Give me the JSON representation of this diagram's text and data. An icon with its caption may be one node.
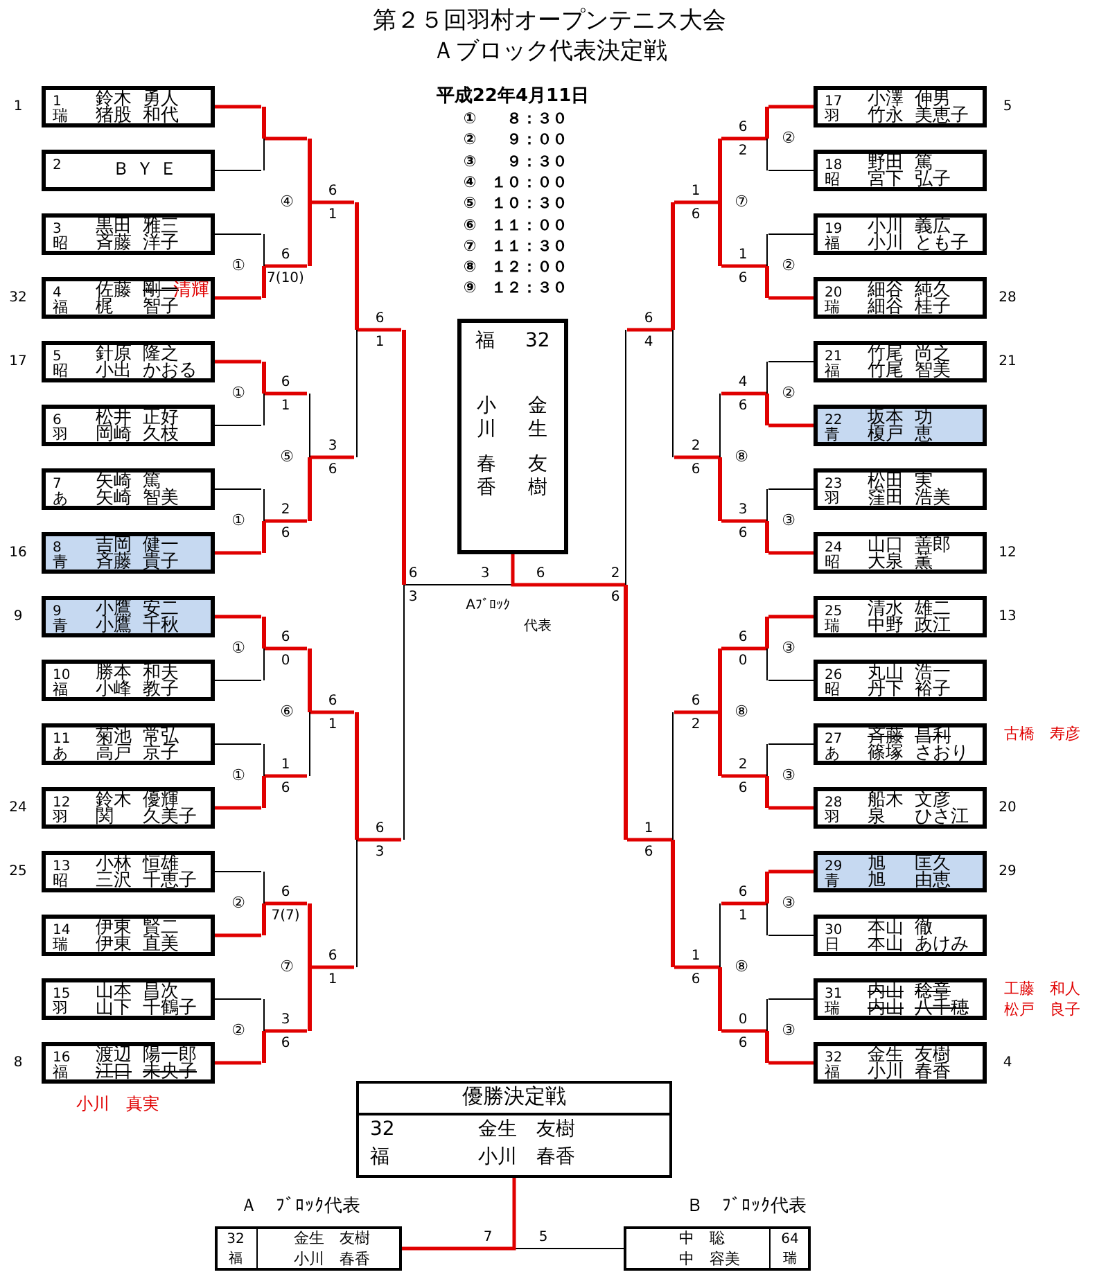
{
  "diagram": {
    "title": "第２５回羽村オープンテニス大会Ａブロック代表決定戦",
    "nodes": [
      {
        "text": [
          "1",
          "鈴木",
          "勇人",
          "瑞",
          "猪股",
          "和代"
        ],
        "beside": [
          "1"
        ]
      },
      {
        "text": [
          "2",
          "ＢＹＥ"
        ]
      },
      {
        "text": [
          "3",
          "黒田",
          "雅三",
          "昭",
          "斉藤",
          "洋子"
        ]
      },
      {
        "text": [
          "4",
          "佐藤",
          "剛一",
          "福",
          "梶",
          "智子",
          "清輝"
        ],
        "beside": [
          "32"
        ]
      },
      {
        "text": [
          "5",
          "針原",
          "隆之",
          "昭",
          "小出",
          "かおる"
        ],
        "beside": [
          "17"
        ]
      },
      {
        "text": [
          "6",
          "松井",
          "正好",
          "羽",
          "岡崎",
          "久枝"
        ]
      },
      {
        "text": [
          "7",
          "矢崎",
          "篤",
          "あ",
          "矢崎",
          "智美"
        ]
      },
      {
        "text": [
          "8",
          "吉岡",
          "健一",
          "青",
          "斉藤",
          "貴子"
        ],
        "beside": [
          "16"
        ]
      },
      {
        "text": [
          "9",
          "小鷹",
          "安二",
          "青",
          "小鷹",
          "千秋"
        ],
        "beside": [
          "9"
        ]
      },
      {
        "text": [
          "10",
          "勝本",
          "和夫",
          "福",
          "小峰",
          "教子"
        ]
      },
      {
        "text": [
          "11",
          "菊池",
          "常弘",
          "あ",
          "高戸",
          "京子"
        ]
      },
      {
        "text": [
          "12",
          "鈴木",
          "優輝",
          "羽",
          "関",
          "久美子"
        ],
        "beside": [
          "24"
        ]
      },
      {
        "text": [
          "13",
          "小林",
          "恒雄",
          "昭",
          "三沢",
          "千恵子"
        ],
        "beside": [
          "25"
        ]
      },
      {
        "text": [
          "14",
          "伊東",
          "賢二",
          "瑞",
          "伊東",
          "直美"
        ]
      },
      {
        "text": [
          "15",
          "山本",
          "昌次",
          "羽",
          "山下",
          "千鶴子"
        ]
      },
      {
        "text": [
          "16",
          "渡辺",
          "陽一郎",
          "福",
          "江口",
          "未央子"
        ],
        "beside": [
          "8",
          "小川　真実"
        ]
      },
      {
        "text": [
          "17",
          "小澤",
          "伸男",
          "羽",
          "竹永",
          "美恵子"
        ],
        "beside": [
          "5"
        ]
      },
      {
        "text": [
          "18",
          "野田",
          "篤",
          "昭",
          "宮下",
          "弘子"
        ]
      },
      {
        "text": [
          "19",
          "小川",
          "義広",
          "福",
          "小川",
          "とも子"
        ]
      },
      {
        "text": [
          "20",
          "細谷",
          "純久",
          "瑞",
          "細谷",
          "桂子"
        ],
        "beside": [
          "28"
        ]
      },
      {
        "text": [
          "21",
          "竹尾",
          "尚之",
          "福",
          "竹尾",
          "智美"
        ],
        "beside": [
          "21"
        ]
      },
      {
        "text": [
          "22",
          "坂本",
          "功",
          "青",
          "榎戸",
          "恵"
        ]
      },
      {
        "text": [
          "23",
          "松田",
          "実",
          "羽",
          "窪田",
          "浩美"
        ]
      },
      {
        "text": [
          "24",
          "山口",
          "善郎",
          "昭",
          "大泉",
          "薫"
        ],
        "beside": [
          "12"
        ]
      },
      {
        "text": [
          "25",
          "清水",
          "雄二",
          "瑞",
          "中野",
          "政江"
        ],
        "beside": [
          "13"
        ]
      },
      {
        "text": [
          "26",
          "丸山",
          "浩一",
          "昭",
          "丹下",
          "裕子"
        ]
      },
      {
        "text": [
          "27",
          "斉藤",
          "昌利",
          "あ",
          "篠塚",
          "さおり"
        ],
        "beside": [
          "古橋　寿彦"
        ]
      },
      {
        "text": [
          "28",
          "船木",
          "文彦",
          "羽",
          "泉",
          "ひさ江"
        ],
        "beside": [
          "20"
        ]
      },
      {
        "text": [
          "29",
          "旭",
          "匡久",
          "青",
          "旭",
          "由恵"
        ],
        "beside": [
          "29"
        ]
      },
      {
        "text": [
          "30",
          "本山",
          "徹",
          "日",
          "本山",
          "あけみ"
        ]
      },
      {
        "text": [
          "31",
          "内山",
          "稔章",
          "瑞",
          "内山",
          "八千穂"
        ],
        "beside": [
          "工藤　和人",
          "松戸　良子"
        ]
      },
      {
        "text": [
          "32",
          "金生",
          "友樹",
          "福",
          "小川",
          "春香"
        ],
        "beside": [
          "4"
        ]
      },
      {
        "text": [
          "福",
          "32",
          "小川",
          "春香",
          "金生",
          "友樹"
        ]
      },
      {
        "text": [
          "優勝決定戦",
          "32",
          "金生　友樹",
          "福",
          "小川　春香"
        ]
      },
      {
        "text": [
          "Ａ　ﾌﾞﾛｯｸ代表",
          "32",
          "金生　友樹",
          "福",
          "小川　春香"
        ]
      },
      {
        "text": [
          "Ｂ　ﾌﾞﾛｯｸ代表",
          "中　聡",
          "64",
          "中　容美",
          "瑞"
        ]
      },
      {
        "text": [],
        "shape": "bar"
      },
      {
        "text": [],
        "shape": "bar"
      },
      {
        "text": [],
        "shape": "bar"
      },
      {
        "text": [],
        "shape": "bar"
      },
      {
        "text": [],
        "shape": "bar"
      },
      {
        "text": [],
        "shape": "bar"
      },
      {
        "text": [],
        "shape": "bar"
      },
      {
        "text": [],
        "shape": "bar"
      },
      {
        "text": [],
        "shape": "bar"
      },
      {
        "text": [],
        "shape": "bar"
      },
      {
        "text": [],
        "shape": "bar"
      },
      {
        "text": [],
        "shape": "bar"
      },
      {
        "text": [],
        "shape": "bar"
      },
      {
        "text": [],
        "shape": "bar"
      },
      {
        "text": [],
        "shape": "bar"
      },
      {
        "text": [],
        "shape": "bar"
      },
      {
        "text": [],
        "shape": "bar"
      },
      {
        "text": [],
        "shape": "bar"
      },
      {
        "text": [],
        "shape": "bar"
      },
      {
        "text": [],
        "shape": "bar"
      },
      {
        "text": [],
        "shape": "bar"
      },
      {
        "text": [],
        "shape": "bar"
      },
      {
        "text": [],
        "shape": "bar"
      },
      {
        "text": [],
        "shape": "bar"
      },
      {
        "text": [],
        "shape": "bar"
      },
      {
        "text": [],
        "shape": "bar"
      },
      {
        "text": [],
        "shape": "bar"
      },
      {
        "text": [],
        "shape": "bar"
      },
      {
        "text": [],
        "shape": "bar"
      },
      {
        "text": [],
        "shape": "bar"
      }
    ],
    "edges": [
      {
        "from": 0,
        "to": 36,
        "arrow": "none"
      },
      {
        "from": 1,
        "to": 36,
        "arrow": "none",
        "color": "#000000"
      },
      {
        "from": 2,
        "to": 37,
        "arrow": "none",
        "color": "#000000"
      },
      {
        "from": 3,
        "to": 37,
        "arrow": "none"
      },
      {
        "from": 4,
        "to": 38,
        "arrow": "none"
      },
      {
        "from": 5,
        "to": 38,
        "arrow": "none",
        "color": "#000000"
      },
      {
        "from": 6,
        "to": 39,
        "arrow": "none",
        "color": "#000000"
      },
      {
        "from": 7,
        "to": 39,
        "arrow": "none"
      },
      {
        "from": 8,
        "to": 40,
        "arrow": "none"
      },
      {
        "from": 9,
        "to": 40,
        "arrow": "none",
        "color": "#000000"
      },
      {
        "from": 10,
        "to": 41,
        "arrow": "none",
        "color": "#000000"
      },
      {
        "from": 11,
        "to": 41,
        "arrow": "none"
      },
      {
        "from": 12,
        "to": 42,
        "arrow": "none",
        "color": "#000000"
      },
      {
        "from": 13,
        "to": 42,
        "arrow": "none"
      },
      {
        "from": 14,
        "to": 43,
        "arrow": "none",
        "color": "#000000"
      },
      {
        "from": 15,
        "to": 43,
        "arrow": "none"
      },
      {
        "from": 16,
        "to": 51,
        "arrow": "none"
      },
      {
        "from": 17,
        "to": 51,
        "arrow": "none",
        "color": "#000000"
      },
      {
        "from": 18,
        "to": 52,
        "arrow": "none",
        "color": "#000000"
      },
      {
        "from": 19,
        "to": 52,
        "arrow": "none"
      },
      {
        "from": 20,
        "to": 53,
        "arrow": "none",
        "color": "#000000"
      },
      {
        "from": 21,
        "to": 53,
        "arrow": "none"
      },
      {
        "from": 22,
        "to": 54,
        "arrow": "none",
        "color": "#000000"
      },
      {
        "from": 23,
        "to": 54,
        "arrow": "none"
      },
      {
        "from": 24,
        "to": 55,
        "arrow": "none"
      },
      {
        "from": 25,
        "to": 55,
        "arrow": "none",
        "color": "#000000"
      },
      {
        "from": 26,
        "to": 56,
        "arrow": "none",
        "color": "#000000"
      },
      {
        "from": 27,
        "to": 56,
        "arrow": "none"
      },
      {
        "from": 28,
        "to": 57,
        "arrow": "none"
      },
      {
        "from": 29,
        "to": 57,
        "arrow": "none",
        "color": "#000000"
      },
      {
        "from": 30,
        "to": 58,
        "arrow": "none",
        "color": "#000000"
      },
      {
        "from": 31,
        "to": 58,
        "arrow": "none"
      },
      {
        "from": 36,
        "to": 44,
        "arrow": "none"
      },
      {
        "from": 37,
        "to": 44,
        "arrow": "none"
      },
      {
        "from": 38,
        "to": 45,
        "arrow": "none"
      },
      {
        "from": 39,
        "to": 45,
        "arrow": "none"
      },
      {
        "from": 40,
        "to": 46,
        "arrow": "none"
      },
      {
        "from": 41,
        "to": 46,
        "arrow": "none"
      },
      {
        "from": 42,
        "to": 47,
        "arrow": "none"
      },
      {
        "from": 43,
        "to": 47,
        "arrow": "none"
      },
      {
        "from": 51,
        "to": 59,
        "arrow": "none"
      },
      {
        "from": 52,
        "to": 59,
        "arrow": "none"
      },
      {
        "from": 53,
        "to": 60,
        "arrow": "none"
      },
      {
        "from": 54,
        "to": 60,
        "arrow": "none"
      },
      {
        "from": 55,
        "to": 61,
        "arrow": "none"
      },
      {
        "from": 56,
        "to": 61,
        "arrow": "none"
      },
      {
        "from": 57,
        "to": 62,
        "arrow": "none"
      },
      {
        "from": 58,
        "to": 62,
        "arrow": "none"
      },
      {
        "from": 44,
        "to": 48,
        "arrow": "none"
      },
      {
        "from": 45,
        "to": 48,
        "arrow": "none"
      },
      {
        "from": 46,
        "to": 49,
        "arrow": "none"
      },
      {
        "from": 47,
        "to": 49,
        "arrow": "none"
      },
      {
        "from": 59,
        "to": 63,
        "arrow": "none"
      },
      {
        "from": 60,
        "to": 63,
        "arrow": "none"
      },
      {
        "from": 61,
        "to": 64,
        "arrow": "none"
      },
      {
        "from": 62,
        "to": 64,
        "arrow": "none"
      },
      {
        "from": 48,
        "to": 50,
        "arrow": "none"
      },
      {
        "from": 49,
        "to": 50,
        "arrow": "none"
      },
      {
        "from": 63,
        "to": 65,
        "arrow": "none"
      },
      {
        "from": 64,
        "to": 65,
        "arrow": "none"
      },
      {
        "from": 50,
        "to": 32,
        "arrow": "none",
        "color": "#000000"
      },
      {
        "from": 65,
        "to": 32,
        "arrow": "none"
      },
      {
        "from": 35,
        "to": 33,
        "arrow": "none",
        "color": "#000000"
      },
      {
        "from": 34,
        "to": 33,
        "arrow": "none"
      }
    ],
    "labels": [
      "平成22年4月11日",
      "①　　８：３０",
      "②　　９：００",
      "③　　９：３０",
      "④　１０：００",
      "⑤　１０：３０",
      "⑥　１１：００",
      "⑦　１１：３０",
      "⑧　１２：００",
      "⑨　１２：３０",
      "Aﾌﾞﾛｯｸ",
      "代表",
      "7",
      "5",
      "①",
      "6",
      "7(10)",
      "①",
      "6",
      "1",
      "①",
      "2",
      "6",
      "①",
      "6",
      "0",
      "①",
      "1",
      "6",
      "②",
      "6",
      "7(7)",
      "②",
      "3",
      "6",
      "④",
      "6",
      "1",
      "⑤",
      "3",
      "6",
      "⑥",
      "6",
      "1",
      "⑦",
      "6",
      "1",
      "6",
      "1",
      "6",
      "3",
      "6",
      "3",
      "②",
      "6",
      "2",
      "②",
      "1",
      "6",
      "②",
      "4",
      "6",
      "③",
      "3",
      "6",
      "③",
      "6",
      "0",
      "③",
      "2",
      "6",
      "③",
      "6",
      "1",
      "③",
      "0",
      "6",
      "⑦",
      "1",
      "6",
      "⑧",
      "2",
      "6",
      "⑧",
      "6",
      "2",
      "⑧",
      "1",
      "6",
      "6",
      "4",
      "1",
      "6",
      "2",
      "6",
      "3",
      "6"
    ]
  }
}
